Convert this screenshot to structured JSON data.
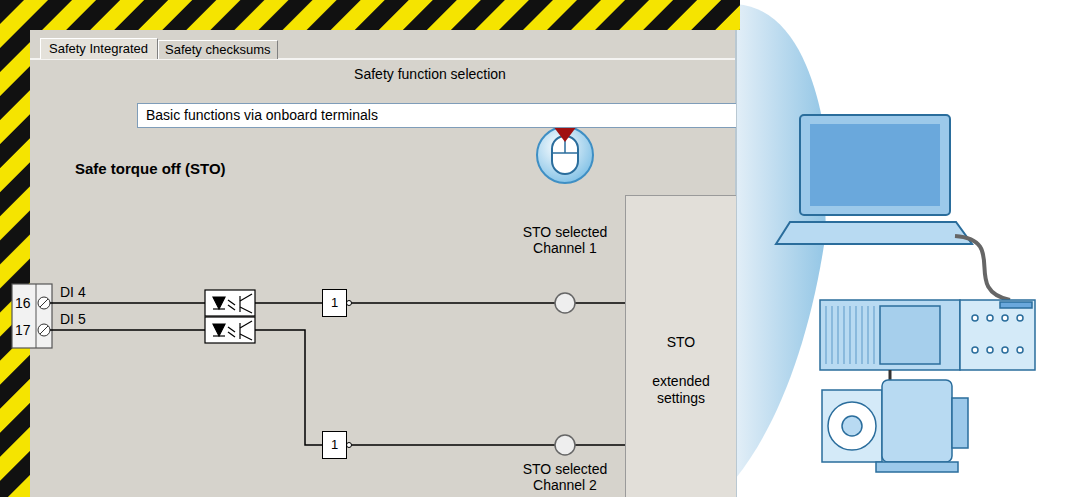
{
  "diagram": {
    "nodes": [
      {
        "text": [
          "Safety Integrated"
        ]
      },
      {
        "text": [
          "Safety checksums"
        ]
      },
      {
        "text": [
          "Basic functions via onboard terminals"
        ]
      },
      {
        "text": [
          "1"
        ]
      },
      {
        "text": [
          "1"
        ]
      },
      {
        "text": [
          "STO",
          "extended settings"
        ]
      }
    ],
    "edges": [
      {
        "from": 3,
        "to": 5,
        "arrow": "none"
      },
      {
        "from": 4,
        "to": 5,
        "arrow": "none"
      }
    ],
    "labels": [
      "Safety function selection",
      "Safe torque off (STO)",
      "16",
      "17",
      "DI 4",
      "DI 5",
      "STO selected Channel 1",
      "STO selected Channel 2"
    ]
  }
}
